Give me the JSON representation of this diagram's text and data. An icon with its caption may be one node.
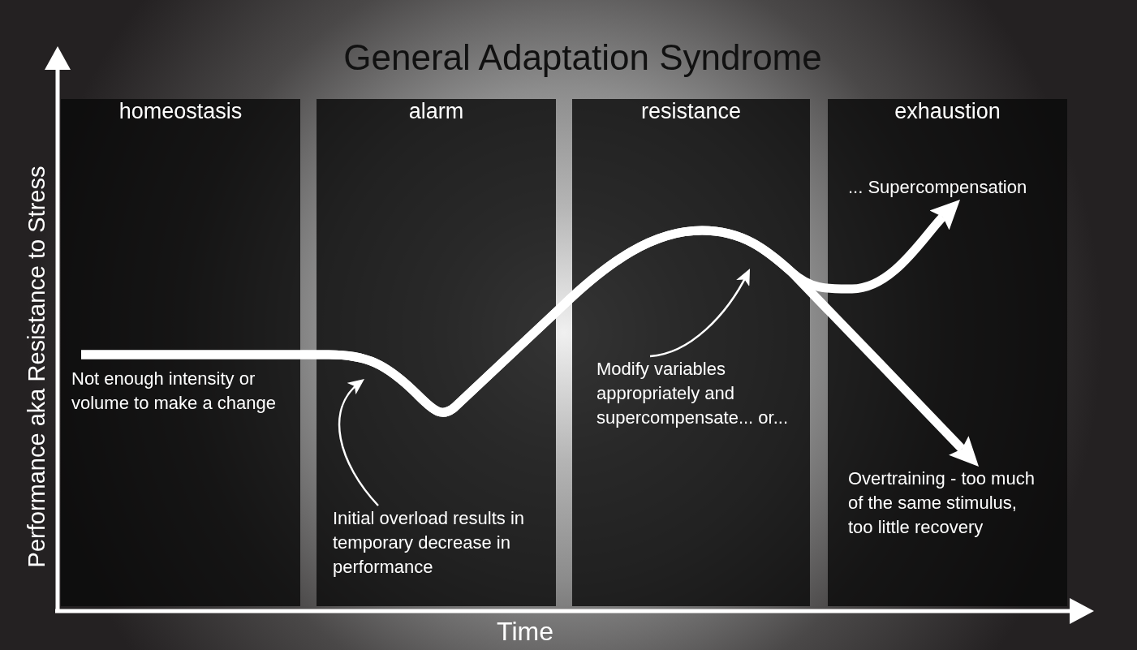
{
  "diagram": {
    "title": "General Adaptation Syndrome",
    "nodes": [
      {
        "text": [
          "homeostasis",
          "Not enough intensity or volume to make a change"
        ]
      },
      {
        "text": [
          "alarm"
        ]
      },
      {
        "text": [
          "resistance"
        ]
      },
      {
        "text": [
          "exhaustion"
        ]
      },
      {
        "text": [
          "Initial overload results in temporary decrease in performance"
        ],
        "in": 1
      },
      {
        "text": [
          "Modify variables appropriately and supercompensate... or..."
        ],
        "in": 2
      },
      {
        "text": [
          "... Supercompensation"
        ],
        "in": 3
      },
      {
        "text": [
          "Overtraining - too much of the same stimulus, too little recovery"
        ],
        "in": 3
      }
    ],
    "edges": [
      {
        "from": 4,
        "to": null,
        "arrow": "to"
      },
      {
        "from": 5,
        "to": null,
        "arrow": "to"
      },
      {
        "from": 0,
        "to": 6,
        "arrow": "to",
        "style": "thick"
      },
      {
        "from": 0,
        "to": 7,
        "arrow": "to",
        "style": "thick"
      }
    ],
    "labels": [
      "Performance aka Resistance to Stress",
      "Time"
    ]
  }
}
